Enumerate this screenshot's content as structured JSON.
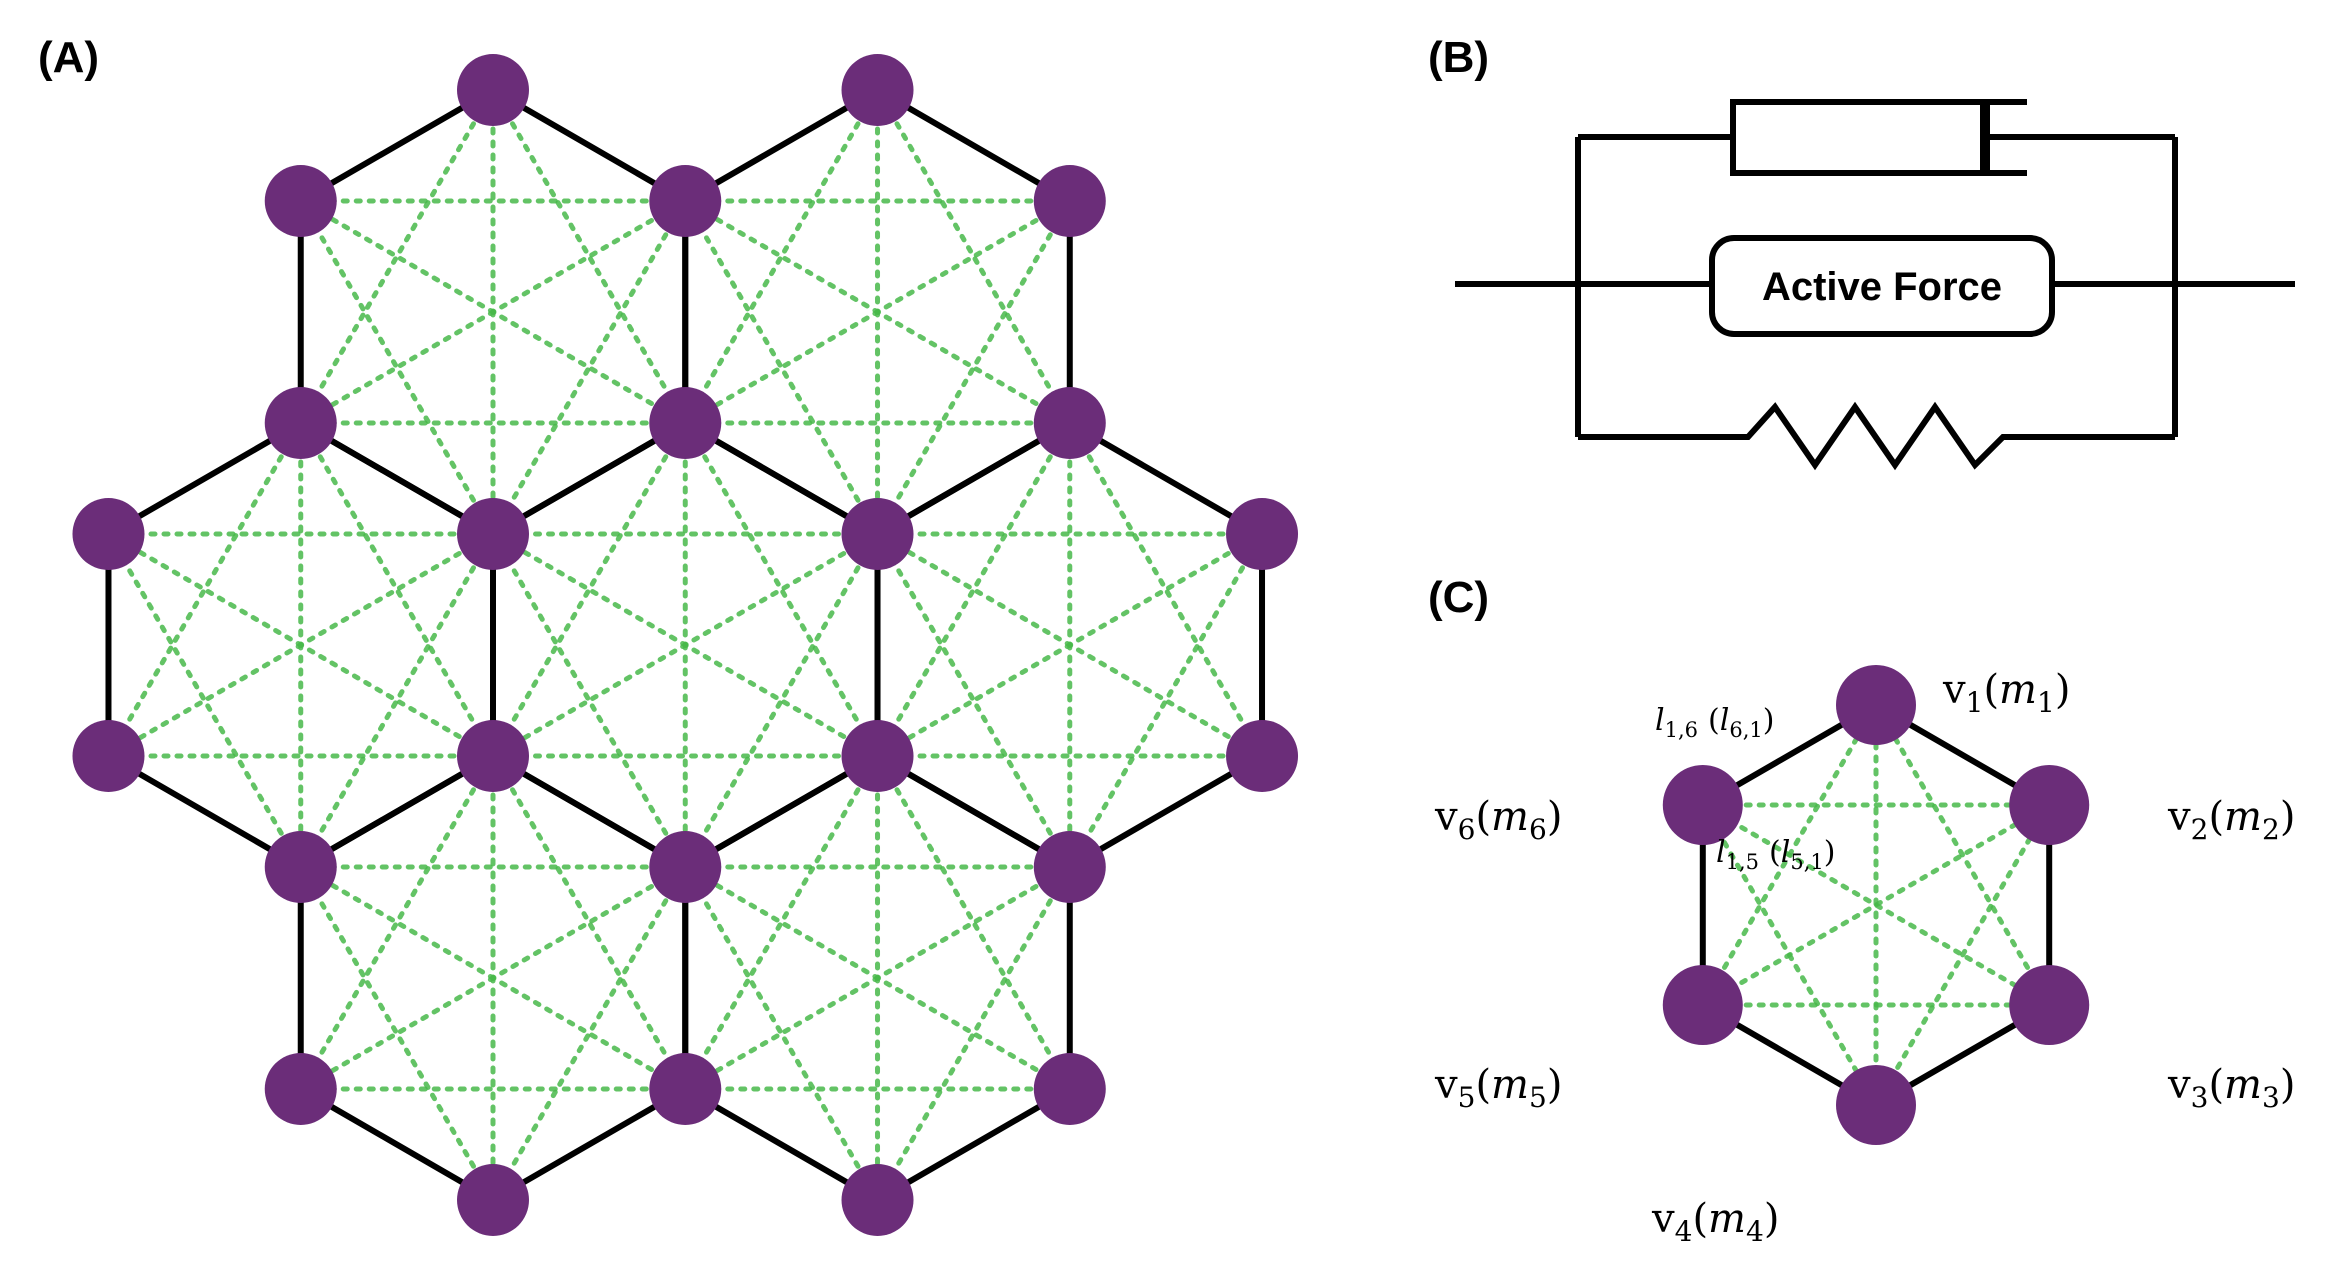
{
  "panels": {
    "a": {
      "label": "(A)"
    },
    "b": {
      "label": "(B)",
      "active_force": "Active Force"
    },
    "c": {
      "label": "(C)",
      "vertices": [
        {
          "name": "v",
          "sub": "1",
          "mass": "m",
          "mass_sub": "1"
        },
        {
          "name": "v",
          "sub": "2",
          "mass": "m",
          "mass_sub": "2"
        },
        {
          "name": "v",
          "sub": "3",
          "mass": "m",
          "mass_sub": "3"
        },
        {
          "name": "v",
          "sub": "4",
          "mass": "m",
          "mass_sub": "4"
        },
        {
          "name": "v",
          "sub": "5",
          "mass": "m",
          "mass_sub": "5"
        },
        {
          "name": "v",
          "sub": "6",
          "mass": "m",
          "mass_sub": "6"
        }
      ],
      "lengths": [
        {
          "l": "l",
          "sub": "1,6",
          "alt": "l",
          "alt_sub": "6,1"
        },
        {
          "l": "l",
          "sub": "1,5",
          "alt": "l",
          "alt_sub": "5,1"
        }
      ]
    }
  },
  "colors": {
    "node": "#6b2d79",
    "edge": "#000000",
    "spring": "#48b84a"
  }
}
